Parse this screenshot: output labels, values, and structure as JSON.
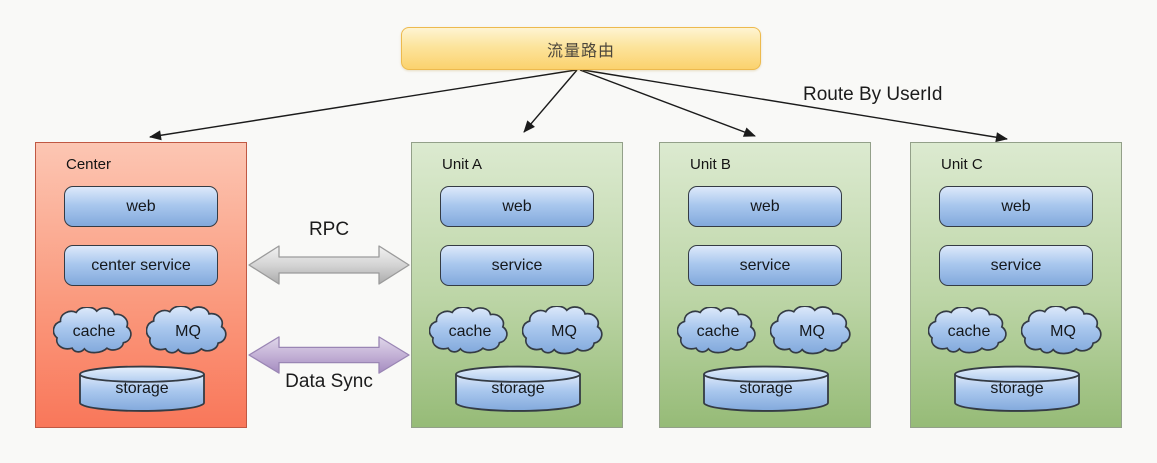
{
  "router": {
    "label": "流量路由"
  },
  "route_note": "Route By UserId",
  "links": {
    "rpc": "RPC",
    "data_sync": "Data Sync"
  },
  "containers": [
    {
      "title": "Center",
      "web": "web",
      "service": "center service",
      "cache": "cache",
      "mq": "MQ",
      "storage": "storage"
    },
    {
      "title": "Unit A",
      "web": "web",
      "service": "service",
      "cache": "cache",
      "mq": "MQ",
      "storage": "storage"
    },
    {
      "title": "Unit B",
      "web": "web",
      "service": "service",
      "cache": "cache",
      "mq": "MQ",
      "storage": "storage"
    },
    {
      "title": "Unit C",
      "web": "web",
      "service": "service",
      "cache": "cache",
      "mq": "MQ",
      "storage": "storage"
    }
  ],
  "colors": {
    "router_fill_top": "#fef4d2",
    "router_fill_bottom": "#fbd26e",
    "router_border": "#edba4e",
    "center_fill_top": "#fcc6b3",
    "center_fill_bottom": "#f9775a",
    "center_border": "#c05843",
    "unit_fill_top": "#dcead0",
    "unit_fill_bottom": "#96bb77",
    "unit_border": "#93a089",
    "component_fill_top": "#dde9fa",
    "component_fill_bottom": "#82a9dc",
    "component_border": "#343b44",
    "rpc_arrow": "#bcbcbc",
    "data_sync_arrow": "#a78fc2",
    "connector_line": "#1b1b1b"
  }
}
